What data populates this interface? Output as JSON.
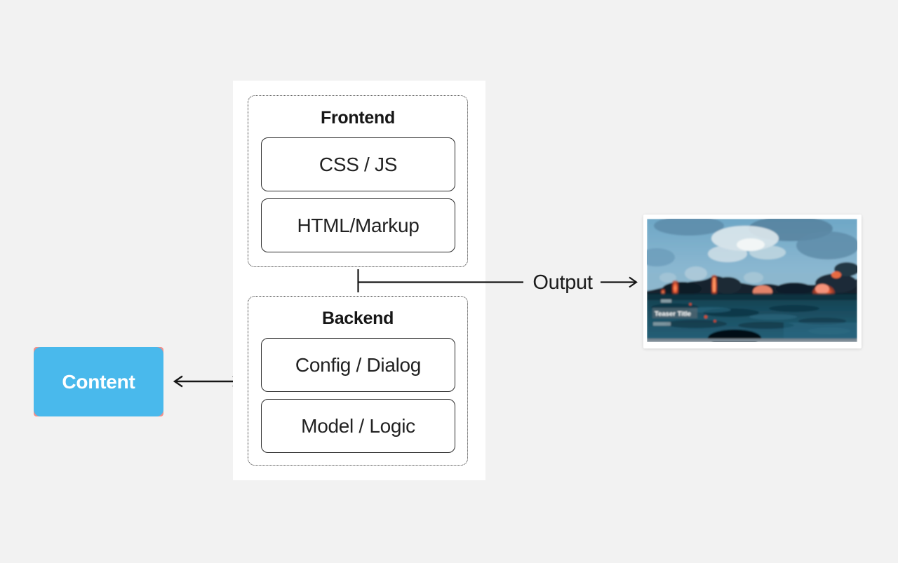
{
  "canvas": {
    "background": "#f2f2f2"
  },
  "content_box": {
    "label": "Content"
  },
  "panel": {
    "groups": [
      {
        "title": "Frontend",
        "items": [
          "CSS / JS",
          "HTML/Markup"
        ]
      },
      {
        "title": "Backend",
        "items": [
          "Config / Dialog",
          "Model / Logic"
        ]
      }
    ]
  },
  "output": {
    "label": "Output"
  },
  "photo": {
    "description": "pixelated thumbnail of lava flowing into the ocean under cloudy sky",
    "overlay_title": "Teaser Title"
  },
  "colors": {
    "content_bg": "#49b9ec",
    "content_corner": "#f0908c",
    "content_text": "#ffffff",
    "line": "#161616",
    "box_border": "#2b2b2b",
    "panel_bg": "#ffffff",
    "page_bg": "#f2f2f2"
  }
}
